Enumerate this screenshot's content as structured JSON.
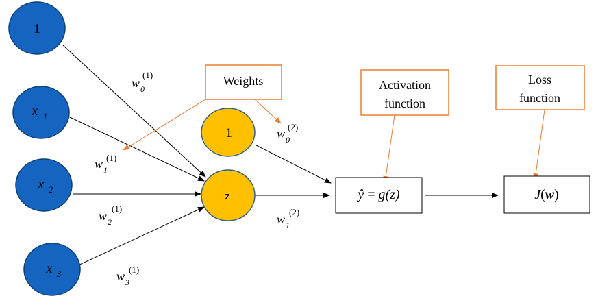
{
  "inputs": [
    {
      "label": "1",
      "var": "",
      "sub": ""
    },
    {
      "label": "",
      "var": "x",
      "sub": "1"
    },
    {
      "label": "",
      "var": "x",
      "sub": "2"
    },
    {
      "label": "",
      "var": "x",
      "sub": "3"
    }
  ],
  "bias_node": {
    "label": "1"
  },
  "z_node": {
    "label": "z"
  },
  "weights_layer1": [
    {
      "var": "w",
      "sub": "0",
      "sup": "(1)"
    },
    {
      "var": "w",
      "sub": "1",
      "sup": "(1)"
    },
    {
      "var": "w",
      "sub": "2",
      "sup": "(1)"
    },
    {
      "var": "w",
      "sub": "3",
      "sup": "(1)"
    }
  ],
  "weights_layer2": [
    {
      "var": "w",
      "sub": "0",
      "sup": "(2)"
    },
    {
      "var": "w",
      "sub": "1",
      "sup": "(2)"
    }
  ],
  "activation_box": {
    "lhs_hat": "ŷ",
    "eq": " = ",
    "fn": "g",
    "arg": "(z)"
  },
  "loss_box": {
    "fn": "J",
    "arg": "w"
  },
  "callouts": {
    "weights": "Weights",
    "activation_line1": "Activation",
    "activation_line2": "function",
    "loss_line1": "Loss",
    "loss_line2": "function"
  },
  "colors": {
    "input_fill": "#1565C0",
    "input_stroke": "#0D3F73",
    "hidden_fill": "#FFC000",
    "hidden_stroke": "#2E5E8E",
    "callout_border": "#ED7D31",
    "callout_arrow": "#ED7D31",
    "edge": "#000000"
  }
}
